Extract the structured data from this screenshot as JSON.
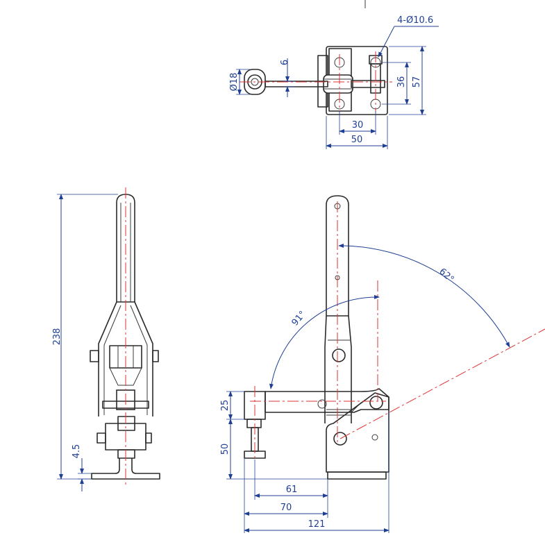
{
  "dimensions": {
    "hole_callout": "4-Ø10.6",
    "washer_diameter": "Ø18",
    "rod_thickness": "6",
    "hole_spacing_vertical": "36",
    "base_height": "57",
    "hole_spacing_horizontal": "30",
    "base_width": "50",
    "overall_height": "238",
    "base_thickness": "4.5",
    "spindle_height_upper": "25",
    "spindle_height_lower": "50",
    "reach_61": "61",
    "reach_70": "70",
    "overall_length": "121",
    "opening_angle": "91°",
    "handle_angle": "62°"
  },
  "colors": {
    "outline": "#2a2a2a",
    "centerline": "#d33333",
    "dimension": "#1f3f95"
  }
}
